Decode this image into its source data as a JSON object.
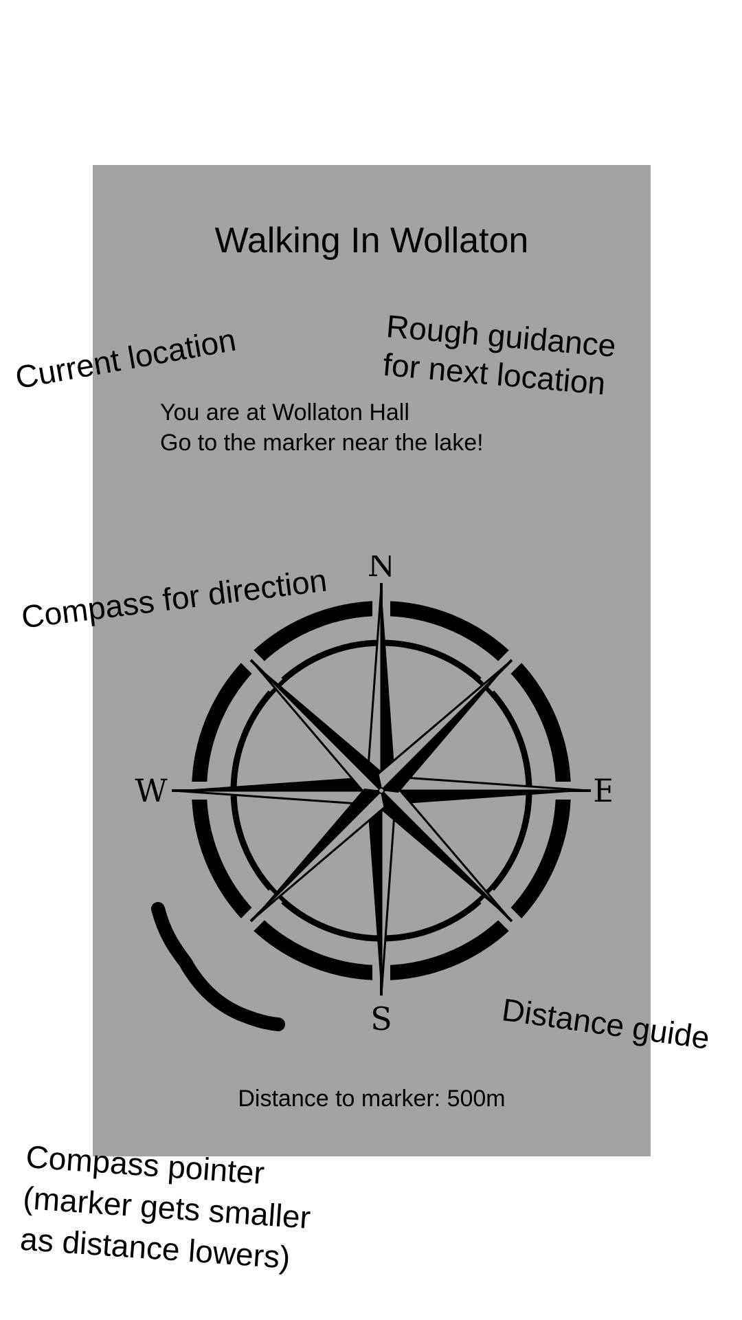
{
  "app": {
    "title": "Walking In Wollaton",
    "current_location": "You are at Wollaton Hall",
    "guidance": "Go to the marker near the lake!",
    "distance_text": "Distance to marker: 500m"
  },
  "compass": {
    "north": "N",
    "east": "E",
    "south": "S",
    "west": "W"
  },
  "annotations": {
    "current_location": "Current location",
    "rough_guidance_line1": "Rough guidance",
    "rough_guidance_line2": "for next location",
    "compass_for_direction": "Compass for direction",
    "distance_guide": "Distance guide",
    "compass_pointer_line1": "Compass pointer",
    "compass_pointer_line2": "(marker gets smaller",
    "compass_pointer_line3": "as distance lowers)"
  },
  "colors": {
    "background": "#ffffff",
    "phone_screen": "#a3a3a3",
    "ink": "#000000"
  },
  "icons": {
    "compass": "compass-rose-icon",
    "pointer": "compass-pointer-stroke"
  }
}
